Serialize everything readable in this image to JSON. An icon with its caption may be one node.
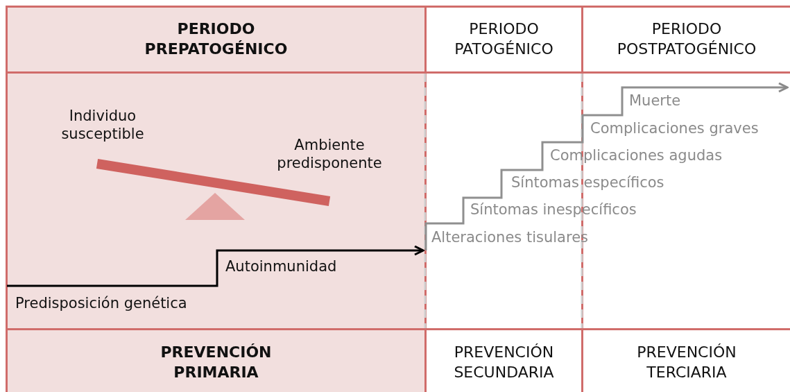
{
  "diagram": {
    "nodes": [
      {
        "text": [
          "PERIODO PREPATOGÉNICO"
        ]
      },
      {
        "text": [
          "PERIODO PATOGÉNICO"
        ]
      },
      {
        "text": [
          "PERIODO POSTPATOGÉNICO"
        ]
      },
      {
        "text": [
          "PREVENCIÓN PRIMARIA"
        ]
      },
      {
        "text": [
          "PREVENCIÓN SECUNDARIA"
        ]
      },
      {
        "text": [
          "PREVENCIÓN TERCIARIA"
        ]
      }
    ],
    "labels": [
      "Individuo susceptible",
      "Ambiente predisponente",
      "Autoinmunidad",
      "Predisposición genética",
      "Alteraciones tisulares",
      "Síntomas inespecíficos",
      "Síntomas específicos",
      "Complicaciones agudas",
      "Complicaciones graves",
      "Muerte"
    ]
  }
}
